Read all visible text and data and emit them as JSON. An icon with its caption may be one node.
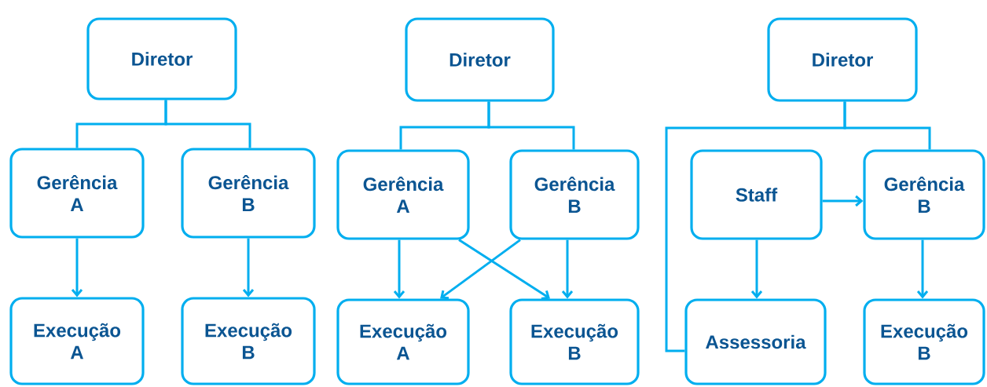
{
  "diagram": {
    "nodes": [
      {
        "text": [
          "Diretor"
        ]
      },
      {
        "text": [
          "Gerência A"
        ]
      },
      {
        "text": [
          "Gerência B"
        ]
      },
      {
        "text": [
          "Execução A"
        ]
      },
      {
        "text": [
          "Execução B"
        ]
      },
      {
        "text": [
          "Diretor"
        ]
      },
      {
        "text": [
          "Gerência A"
        ]
      },
      {
        "text": [
          "Gerência B"
        ]
      },
      {
        "text": [
          "Execução A"
        ]
      },
      {
        "text": [
          "Execução B"
        ]
      },
      {
        "text": [
          "Diretor"
        ]
      },
      {
        "text": [
          "Staff"
        ]
      },
      {
        "text": [
          "Gerência B"
        ]
      },
      {
        "text": [
          "Assessoria"
        ]
      },
      {
        "text": [
          "Execução B"
        ]
      }
    ],
    "edges": [
      {
        "from": 0,
        "to": 1,
        "arrow": "none"
      },
      {
        "from": 0,
        "to": 2,
        "arrow": "none"
      },
      {
        "from": 1,
        "to": 3,
        "arrow": "to"
      },
      {
        "from": 2,
        "to": 4,
        "arrow": "to"
      },
      {
        "from": 5,
        "to": 6,
        "arrow": "none"
      },
      {
        "from": 5,
        "to": 7,
        "arrow": "none"
      },
      {
        "from": 6,
        "to": 8,
        "arrow": "to"
      },
      {
        "from": 7,
        "to": 9,
        "arrow": "to"
      },
      {
        "from": 7,
        "to": 8,
        "arrow": "to"
      },
      {
        "from": 6,
        "to": 9,
        "arrow": "to"
      },
      {
        "from": 10,
        "to": 12,
        "arrow": "none"
      },
      {
        "from": 10,
        "to": 13,
        "arrow": "none"
      },
      {
        "from": 11,
        "to": 12,
        "arrow": "to"
      },
      {
        "from": 11,
        "to": 13,
        "arrow": "to"
      },
      {
        "from": 12,
        "to": 14,
        "arrow": "to"
      }
    ]
  }
}
